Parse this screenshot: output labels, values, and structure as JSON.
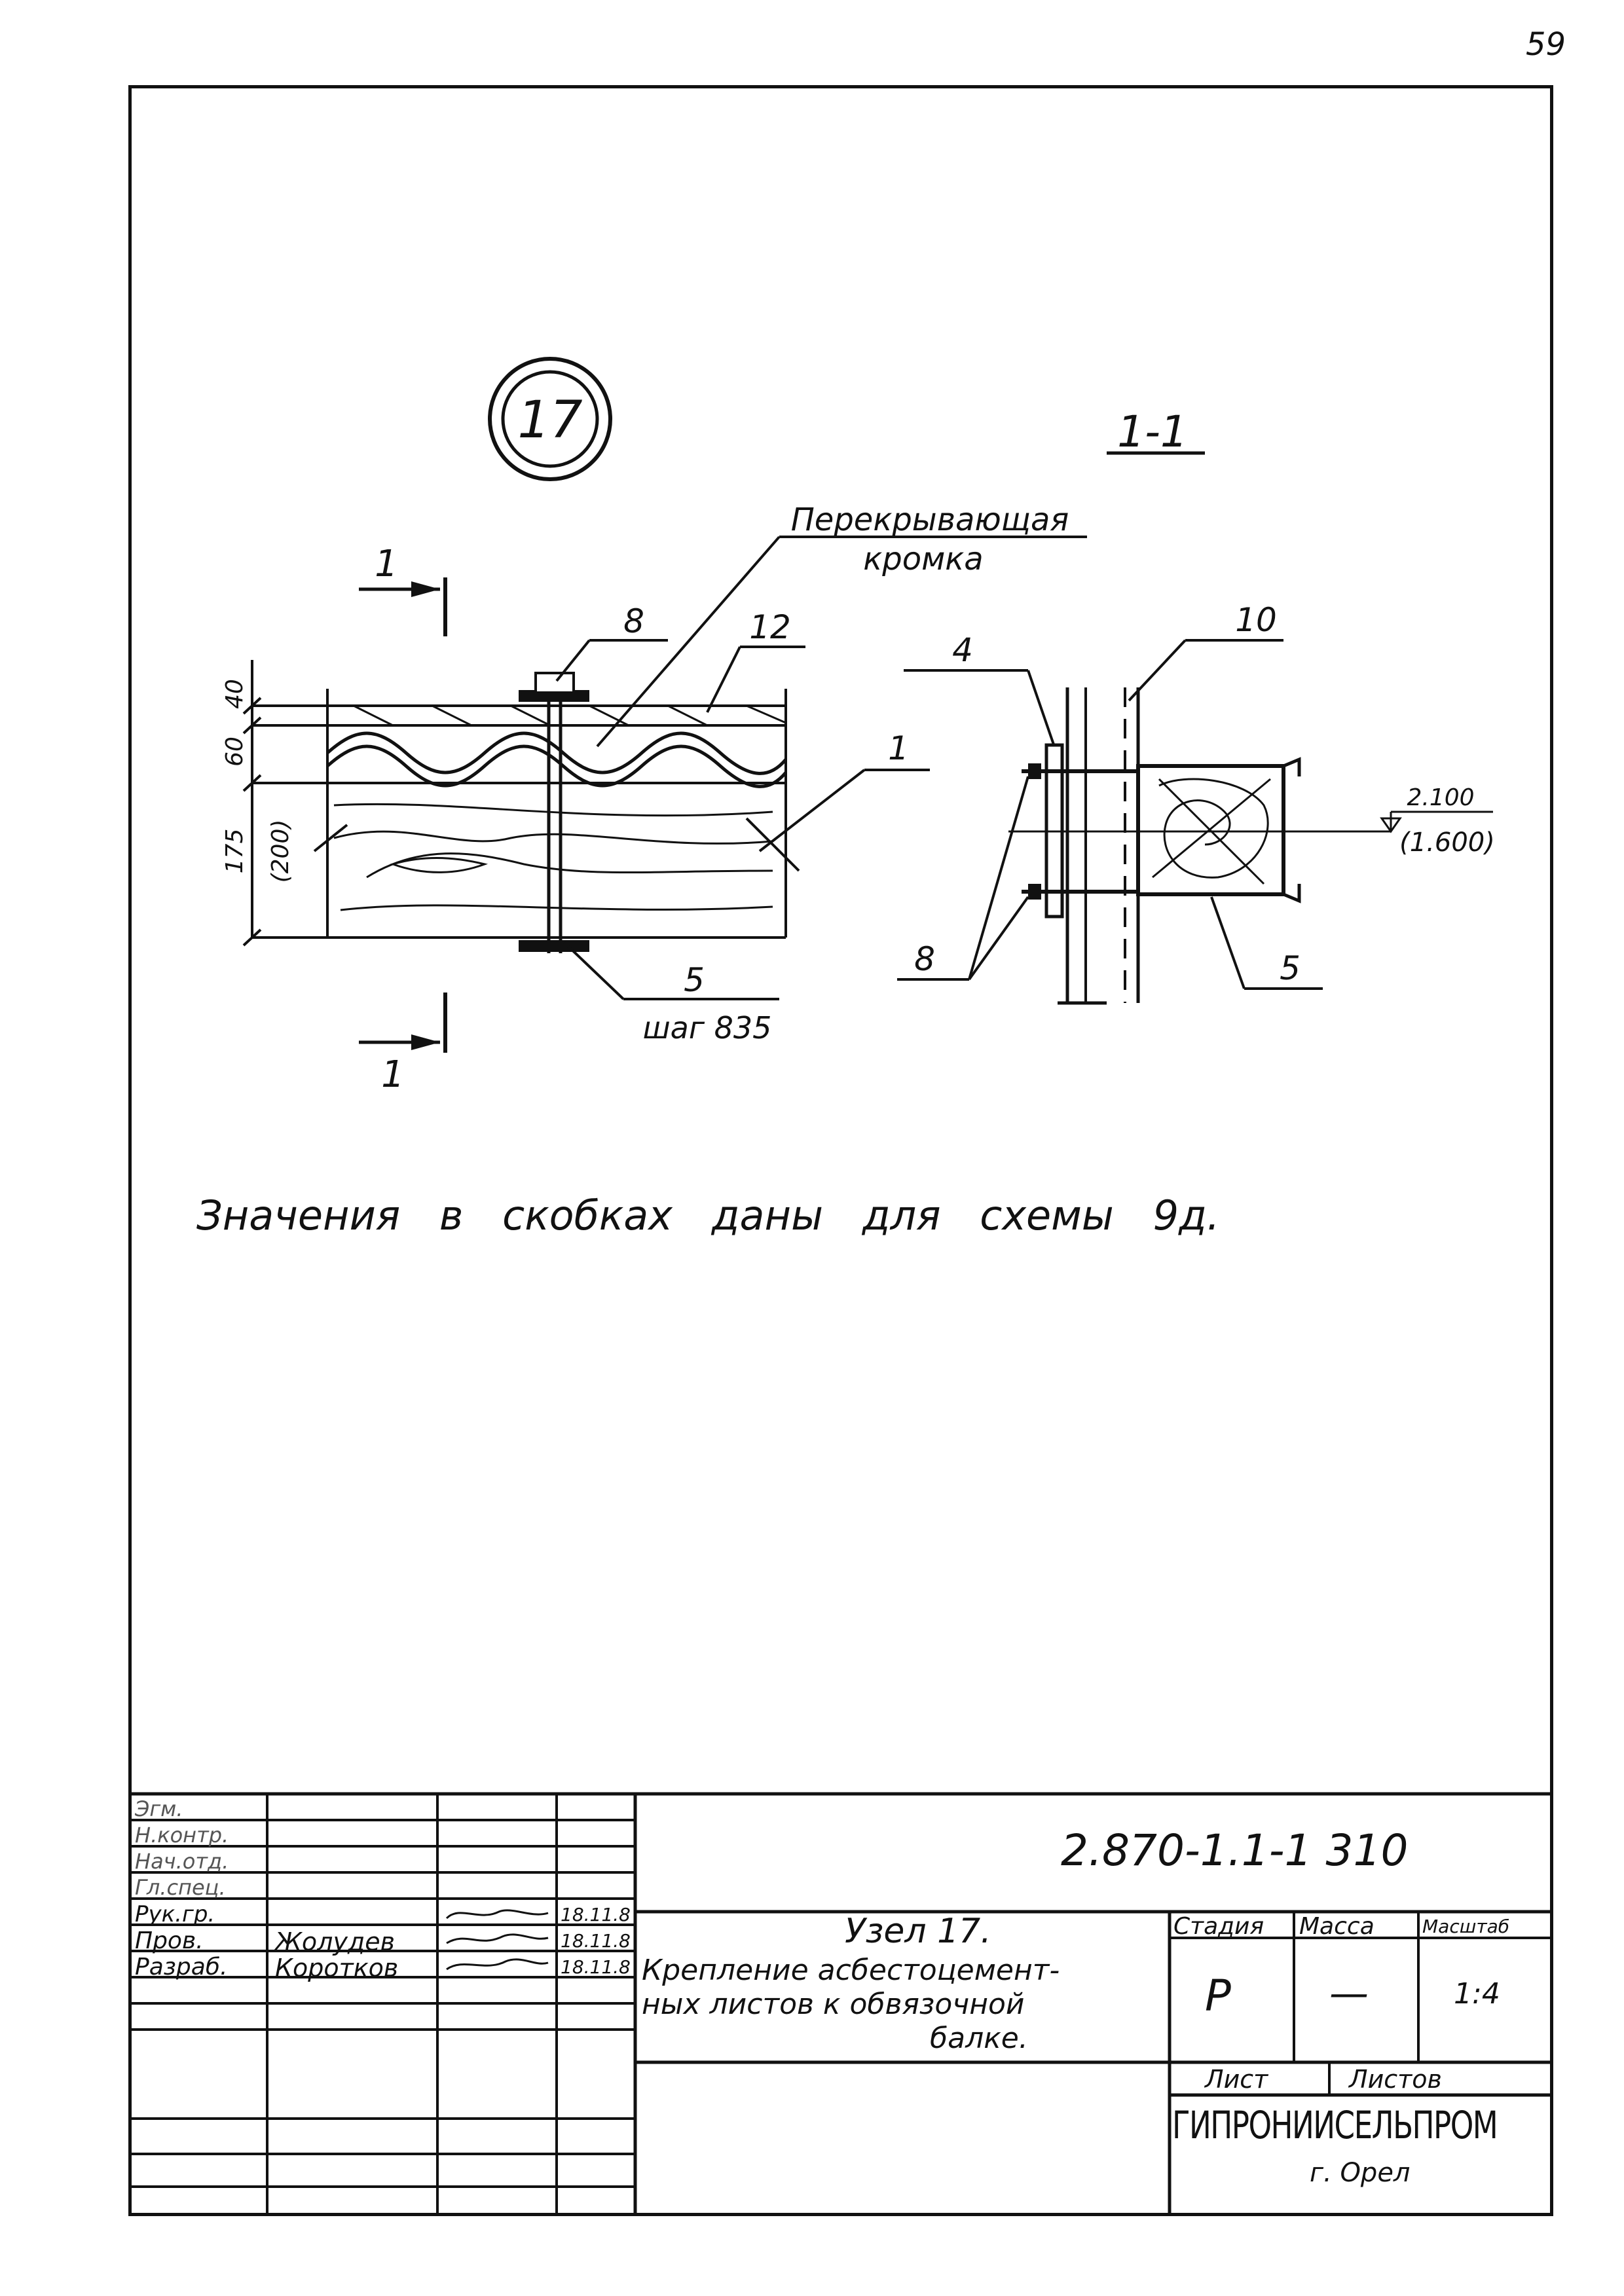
{
  "sheet": {
    "page_number": "59"
  },
  "drawing": {
    "node_mark": "17",
    "section_label": "1-1",
    "section_cut_mark": "1",
    "overlap_label_line1": "Перекрывающая",
    "overlap_label_line2": "кромка",
    "callout_8_top": "8",
    "callout_12": "12",
    "callout_1": "1",
    "callout_5": "5",
    "callout_5_pitch": "шаг 835",
    "dim_40": "40",
    "dim_60": "60",
    "dim_175": "175",
    "dim_200": "(200)",
    "callout_4": "4",
    "callout_10": "10",
    "callout_8_right": "8",
    "callout_5_right": "5",
    "level_value": "2.100",
    "level_value_alt": "(1.600)"
  },
  "note": {
    "text": "Значения в скобках даны для схемы 9д."
  },
  "title_block": {
    "designation": "2.870-1.1-1 310",
    "title_line1": "Узел 17.",
    "title_line2": "Крепление асбестоцемент-",
    "title_line3": "ных листов к обвязочной",
    "title_line4": "балке.",
    "stage_header": "Стадия",
    "mass_header": "Масса",
    "scale_header": "Масштаб",
    "stage_value": "Р",
    "mass_value": "—",
    "scale_value": "1:4",
    "sheet_label": "Лист",
    "sheets_label": "Листов",
    "organization": "ГИПРОНИИСЕЛЬПРОМ",
    "city": "г. Орел",
    "roles": {
      "r1": "Эгм.",
      "r2": "Н.контр.",
      "r3": "Нач.отд.",
      "r4": "Гл.спец.",
      "r5": "Рук.гр.",
      "r6": "Пров.",
      "r7": "Разраб."
    },
    "names": {
      "r6": "Жолудев",
      "r7": "Коротков"
    },
    "dates": {
      "r5": "18.11.8",
      "r6": "18.11.8",
      "r7": "18.11.8"
    }
  }
}
